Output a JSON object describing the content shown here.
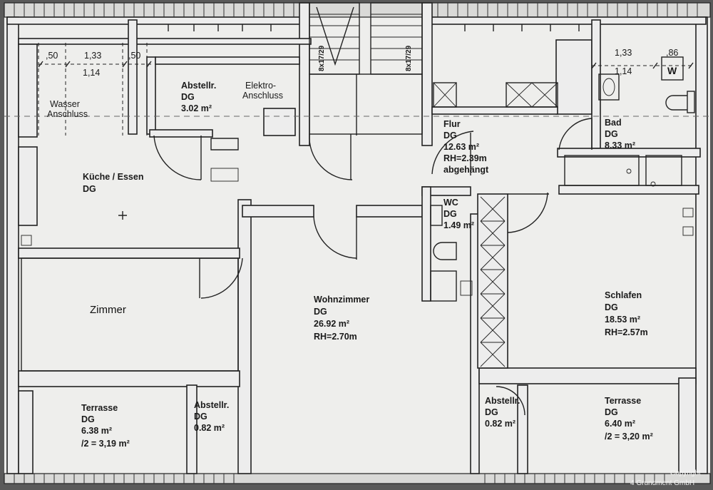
{
  "rooms": {
    "abstell_top": {
      "name": "Abstellr.",
      "level": "DG",
      "area": "3.02 m²"
    },
    "elektro": {
      "line1": "Elektro-",
      "line2": "Anschluss"
    },
    "wasser": {
      "line1": "Wasser",
      "line2": "Anschluss"
    },
    "kueche": {
      "name": "Küche / Essen",
      "level": "DG"
    },
    "zimmer": {
      "name": "Zimmer"
    },
    "flur": {
      "name": "Flur",
      "level": "DG",
      "area": "12.63 m²",
      "rh": "RH=2.39m",
      "note": "abgehängt"
    },
    "bad": {
      "name": "Bad",
      "level": "DG",
      "area": "8.33 m²"
    },
    "wc": {
      "name": "WC",
      "level": "DG",
      "area": "1.49 m²"
    },
    "wohnzimmer": {
      "name": "Wohnzimmer",
      "level": "DG",
      "area": "26.92 m²",
      "rh": "RH=2.70m"
    },
    "schlafen": {
      "name": "Schlafen",
      "level": "DG",
      "area": "18.53 m²",
      "rh": "RH=2.57m"
    },
    "terrasse_left": {
      "name": "Terrasse",
      "level": "DG",
      "area": "6.38 m²",
      "half": "/2 = 3,19 m²"
    },
    "abstell_left": {
      "name": "Abstellr.",
      "level": "DG",
      "area": "0.82 m²"
    },
    "abstell_right": {
      "name": "Abstellr.",
      "level": "DG",
      "area": "0.82 m²"
    },
    "terrasse_right": {
      "name": "Terrasse",
      "level": "DG",
      "area": "6.40 m²",
      "half": "/2 = 3,20 m²"
    }
  },
  "dimensions": {
    "left_50a": ",50",
    "left_133": "1,33",
    "left_50b": ",50",
    "left_114": "1,14",
    "right_133": "1,33",
    "right_86": ",86",
    "right_114": "1,14"
  },
  "stairs": {
    "left": "8x17/29",
    "right": "8x17/29"
  },
  "symbols": {
    "washer": "W"
  },
  "copyright": {
    "line1": "Copyright",
    "line2": "4 Grundment GmbH"
  }
}
